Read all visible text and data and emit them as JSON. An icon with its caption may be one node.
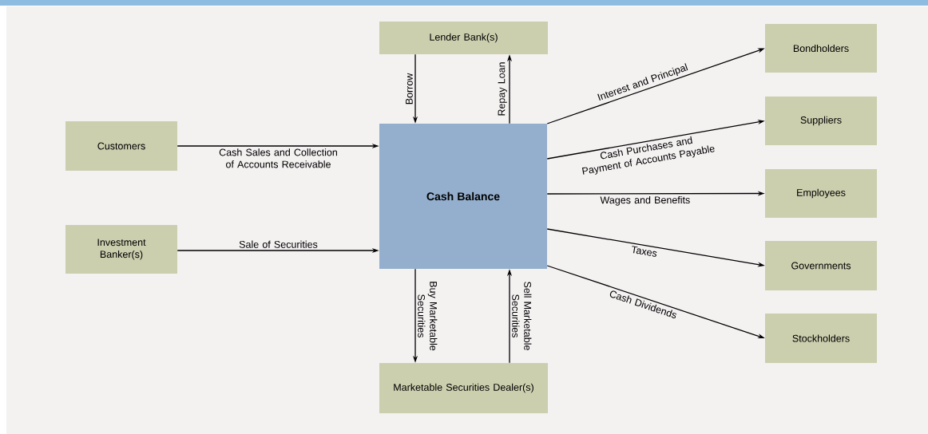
{
  "diagram": {
    "nodes": [
      {
        "text": [
          "Cash Balance"
        ]
      },
      {
        "text": [
          "Lender Bank(s)"
        ]
      },
      {
        "text": [
          "Customers"
        ]
      },
      {
        "text": [
          "Investment Banker(s)"
        ]
      },
      {
        "text": [
          "Marketable Securities Dealer(s)"
        ]
      },
      {
        "text": [
          "Bondholders"
        ]
      },
      {
        "text": [
          "Suppliers"
        ]
      },
      {
        "text": [
          "Employees"
        ]
      },
      {
        "text": [
          "Governments"
        ]
      },
      {
        "text": [
          "Stockholders"
        ]
      }
    ],
    "edges": [
      {
        "from": 2,
        "to": 0,
        "arrow": "to",
        "label": "Cash Sales and Collection of Accounts Receivable"
      },
      {
        "from": 3,
        "to": 0,
        "arrow": "to",
        "label": "Sale of Securities"
      },
      {
        "from": 1,
        "to": 0,
        "arrow": "to",
        "label": "Borrow"
      },
      {
        "from": 0,
        "to": 1,
        "arrow": "to",
        "label": "Repay Loan"
      },
      {
        "from": 0,
        "to": 4,
        "arrow": "to",
        "label": "Buy Marketable Securities"
      },
      {
        "from": 4,
        "to": 0,
        "arrow": "to",
        "label": "Sell Marketable Securities"
      },
      {
        "from": 0,
        "to": 5,
        "arrow": "to",
        "label": "Interest and Principal"
      },
      {
        "from": 0,
        "to": 6,
        "arrow": "to",
        "label": "Cash Purchases and Payment of Accounts Payable"
      },
      {
        "from": 0,
        "to": 7,
        "arrow": "to",
        "label": "Wages and Benefits"
      },
      {
        "from": 0,
        "to": 8,
        "arrow": "to",
        "label": "Taxes"
      },
      {
        "from": 0,
        "to": 9,
        "arrow": "to",
        "label": "Cash Dividends"
      }
    ]
  }
}
